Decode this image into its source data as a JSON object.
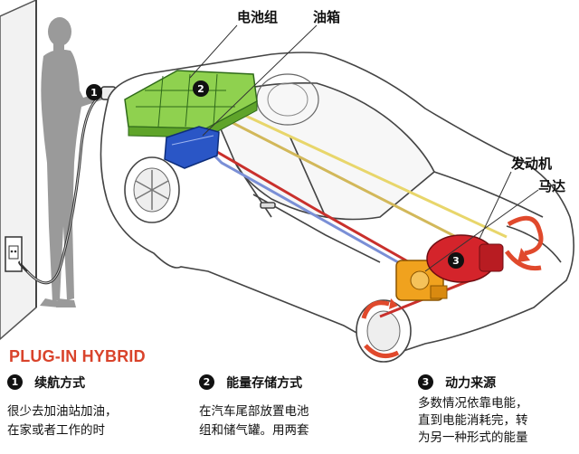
{
  "labels": {
    "battery_pack": "电池组",
    "fuel_tank": "油箱",
    "engine": "发动机",
    "motor": "马达",
    "badge_1": "1",
    "badge_2": "2",
    "badge_3": "3"
  },
  "title": "PLUG-IN HYBRID",
  "sections": [
    {
      "num": "1",
      "title": "续航方式",
      "lines": [
        "很少去加油站加油，",
        "在家或者工作的时"
      ]
    },
    {
      "num": "2",
      "title": "能量存储方式",
      "lines": [
        "在汽车尾部放置电池",
        "组和储气罐。用两套"
      ]
    },
    {
      "num": "3",
      "title": "动力来源",
      "lines": [
        "多数情况依靠电能，",
        "直到电能消耗完，转",
        "为另一种形式的能量"
      ]
    }
  ],
  "colors": {
    "battery": "#8fd14f",
    "tank": "#2a56c6",
    "engine_block": "#d4242b",
    "motor_block": "#f0a21e",
    "title": "#d9432b",
    "spin_arrows": "#e0492c"
  },
  "icons": [
    "person-silhouette",
    "wall-outlet-icon",
    "charging-cable",
    "spin-arrow-icon"
  ]
}
